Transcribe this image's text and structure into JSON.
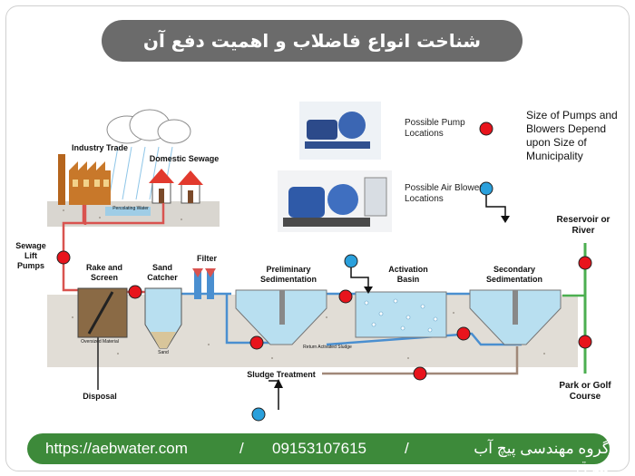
{
  "title": "شناخت انواع فاضلاب و اهمیت دفع آن",
  "footer": {
    "website": "https://aebwater.com",
    "separator": "/",
    "phone": "09153107615",
    "company": "گروه مهندسی پیچ آب شرق"
  },
  "legend": {
    "pump_label": "Possible Pump Locations",
    "blower_label": "Possible Air Blower Locations",
    "size_note": "Size of Pumps and Blowers Depend upon Size of Municipality"
  },
  "labels": {
    "industry": "Industry Trade",
    "domestic": "Domestic Sewage",
    "percolating": "Percolating Water",
    "lift_pumps": "Sewage Lift Pumps",
    "rake": "Rake and Screen",
    "sand": "Sand Catcher",
    "filter": "Filter",
    "preliminary": "Preliminary Sedimentation",
    "activation": "Activation Basin",
    "secondary": "Secondary Sedimentation",
    "reservoir": "Reservoir or River",
    "park": "Park or Golf Course",
    "sludge": "Sludge Treatment",
    "disposal": "Disposal",
    "oversized": "Oversized Material",
    "sand_small": "Sand",
    "return_sludge": "Return Activated Sludge"
  },
  "colors": {
    "pump_marker": "#e8141c",
    "blower_marker": "#2aa0dc",
    "title_bg": "#6b6b6b",
    "footer_bg": "#3d8a3a",
    "clean_pipe": "#4caf50",
    "water": "#b8dff0"
  }
}
